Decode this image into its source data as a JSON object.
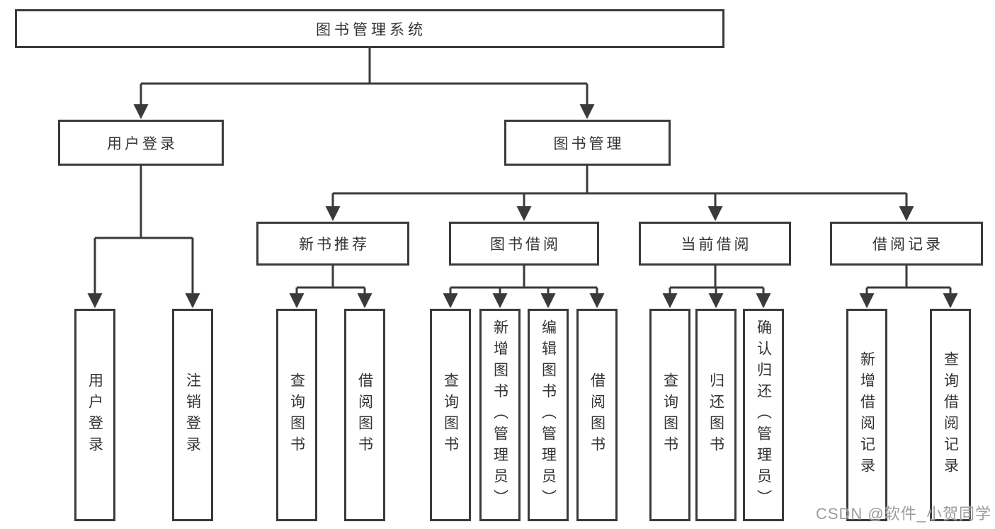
{
  "colors": {
    "line": "#3a3a3a",
    "text": "#333333",
    "watermark": "#9c9c9c",
    "background": "#ffffff"
  },
  "watermark": {
    "text": "CSDN @软件_小贺同学"
  },
  "tree": {
    "label": "图书管理系统",
    "children": [
      {
        "label": "用户登录",
        "children": [
          {
            "label": "用户登录"
          },
          {
            "label": "注销登录"
          }
        ]
      },
      {
        "label": "图书管理",
        "children": [
          {
            "label": "新书推荐",
            "children": [
              {
                "label": "查询图书"
              },
              {
                "label": "借阅图书"
              }
            ]
          },
          {
            "label": "图书借阅",
            "children": [
              {
                "label": "查询图书"
              },
              {
                "label": "新增图书（管理员）"
              },
              {
                "label": "编辑图书（管理员）"
              },
              {
                "label": "借阅图书"
              }
            ]
          },
          {
            "label": "当前借阅",
            "children": [
              {
                "label": "查询图书"
              },
              {
                "label": "归还图书"
              },
              {
                "label": "确认归还（管理员）"
              }
            ]
          },
          {
            "label": "借阅记录",
            "children": [
              {
                "label": "新增借阅记录"
              },
              {
                "label": "查询借阅记录"
              }
            ]
          }
        ]
      }
    ]
  }
}
